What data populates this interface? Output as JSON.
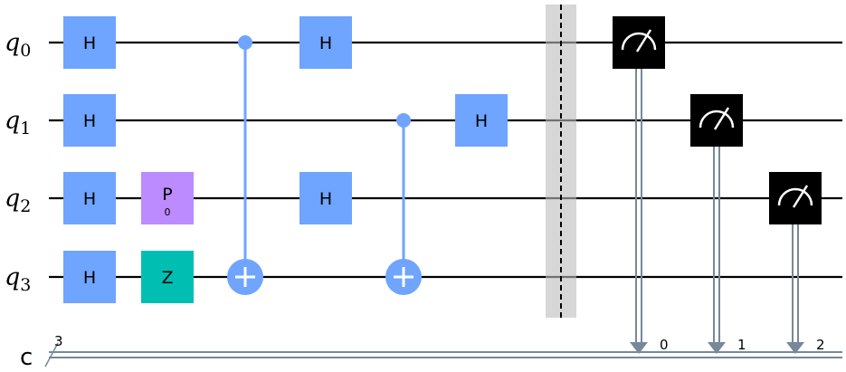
{
  "circuit": {
    "colors": {
      "wire": "#000000",
      "h_gate": "#6fa4ff",
      "p_gate": "#bb8bff",
      "z_gate": "#00bfb2",
      "control": "#6fa4ff",
      "measure_box": "#000000",
      "classical_wire": "#778899",
      "barrier": "#bdbdbd"
    },
    "qubits": [
      {
        "letter": "q",
        "index": "0"
      },
      {
        "letter": "q",
        "index": "1"
      },
      {
        "letter": "q",
        "index": "2"
      },
      {
        "letter": "q",
        "index": "3"
      }
    ],
    "clbit_register": {
      "name": "c",
      "size": "3"
    },
    "gates": [
      {
        "id": "h-q0-1",
        "type": "H",
        "label": "H",
        "qubit": 0,
        "column": 0
      },
      {
        "id": "h-q1-1",
        "type": "H",
        "label": "H",
        "qubit": 1,
        "column": 0
      },
      {
        "id": "h-q2-1",
        "type": "H",
        "label": "H",
        "qubit": 2,
        "column": 0
      },
      {
        "id": "h-q3-1",
        "type": "H",
        "label": "H",
        "qubit": 3,
        "column": 0
      },
      {
        "id": "p-q2",
        "type": "P",
        "label": "P",
        "param": "0",
        "qubit": 2,
        "column": 1
      },
      {
        "id": "z-q3",
        "type": "Z",
        "label": "Z",
        "qubit": 3,
        "column": 1
      },
      {
        "id": "h-q0-2",
        "type": "H",
        "label": "H",
        "qubit": 0,
        "column": 3
      },
      {
        "id": "h-q2-2",
        "type": "H",
        "label": "H",
        "qubit": 2,
        "column": 3
      },
      {
        "id": "h-q1-2",
        "type": "H",
        "label": "H",
        "qubit": 1,
        "column": 5
      }
    ],
    "cnots": [
      {
        "id": "cx-0-3",
        "control": 0,
        "target": 3,
        "column": 2
      },
      {
        "id": "cx-1-3",
        "control": 1,
        "target": 3,
        "column": 4
      }
    ],
    "barrier": {
      "qubits": [
        0,
        1,
        2,
        3
      ]
    },
    "measurements": [
      {
        "id": "measure-q0",
        "qubit": 0,
        "clbit": "0"
      },
      {
        "id": "measure-q1",
        "qubit": 1,
        "clbit": "1"
      },
      {
        "id": "measure-q2",
        "qubit": 2,
        "clbit": "2"
      }
    ]
  }
}
